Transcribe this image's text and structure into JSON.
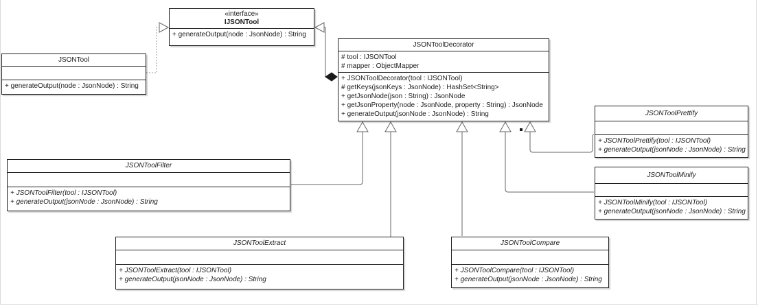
{
  "diagram": {
    "kind": "uml-class-diagram",
    "colors": {
      "box_border": "#1f1f1f",
      "edge": "#666666",
      "dashed_edge": "#999999",
      "diamond_fill": "#1a1a1a",
      "page_border": "#d9d9d9",
      "text": "#1a1a1a",
      "box_fill": "#ffffff"
    }
  },
  "classes": {
    "ijsontool": {
      "stereotype": "«interface»",
      "title": "IJSONTool",
      "methods": [
        "+ generateOutput(node : JsonNode) : String"
      ]
    },
    "jsontool": {
      "title": "JSONTool",
      "methods": [
        "+ generateOutput(node : JsonNode) : String"
      ]
    },
    "decorator": {
      "title": "JSONToolDecorator",
      "attributes": [
        "# tool : IJSONTool",
        "# mapper : ObjectMapper"
      ],
      "methods": [
        "+ JSONToolDecorator(tool : IJSONTool)",
        "# getKeys(jsonKeys : JsonNode) : HashSet<String>",
        "+ getJsonNode(json : String) : JsonNode",
        "+ getJsonProperty(node : JsonNode, property : String) : JsonNode",
        "+ generateOutput(jsonNode : JsonNode) : String"
      ]
    },
    "prettify": {
      "title": "JSONToolPrettify",
      "methods": [
        "+ JSONToolPrettify(tool : IJSONTool)",
        "+ generateOutput(jsonNode : JsonNode) : String"
      ]
    },
    "minify": {
      "title": "JSONToolMinify",
      "methods": [
        "+ JSONToolMinify(tool : IJSONTool)",
        "+ generateOutput(jsonNode : JsonNode) : String"
      ]
    },
    "filter": {
      "title": "JSONToolFilter",
      "methods": [
        "+ JSONToolFilter(tool : IJSONTool)",
        "+ generateOutput(jsonNode : JsonNode) : String"
      ]
    },
    "extract": {
      "title": "JSONToolExtract",
      "methods": [
        "+ JSONToolExtract(tool : IJSONTool)",
        "+ generateOutput(jsonNode : JsonNode) : String"
      ]
    },
    "compare": {
      "title": "JSONToolCompare",
      "methods": [
        "+ JSONToolCompare(tool : IJSONTool)",
        "+ generateOutput(jsonNode : JsonNode) : String"
      ]
    }
  },
  "relationships": [
    {
      "from": "JSONTool",
      "to": "IJSONTool",
      "type": "realization"
    },
    {
      "from": "JSONToolDecorator",
      "to": "IJSONTool",
      "type": "composition + generalization"
    },
    {
      "from": "JSONToolFilter",
      "to": "JSONToolDecorator",
      "type": "generalization"
    },
    {
      "from": "JSONToolExtract",
      "to": "JSONToolDecorator",
      "type": "generalization"
    },
    {
      "from": "JSONToolCompare",
      "to": "JSONToolDecorator",
      "type": "generalization"
    },
    {
      "from": "JSONToolMinify",
      "to": "JSONToolDecorator",
      "type": "generalization"
    },
    {
      "from": "JSONToolPrettify",
      "to": "JSONToolDecorator",
      "type": "generalization"
    }
  ]
}
